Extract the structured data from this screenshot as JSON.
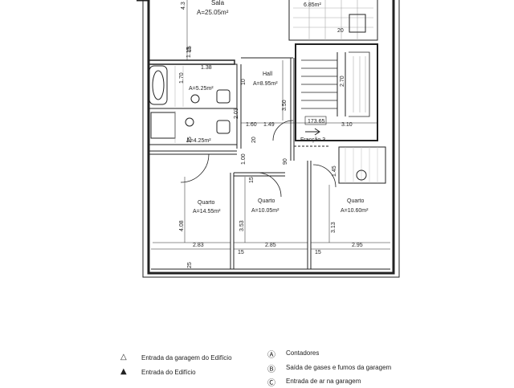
{
  "rooms": {
    "sala": {
      "name": "Sala",
      "area": "A=25.05m²"
    },
    "upper_right_area": "6.85m²",
    "hall": {
      "name": "Hall",
      "area": "A=8.95m²"
    },
    "wc1_area": "A=5.25m²",
    "wc2_area": "A=4.25m²",
    "quarto1": {
      "name": "Quarto",
      "area": "A=14.55m²"
    },
    "quarto2": {
      "name": "Quarto",
      "area": "A=10.05m²"
    },
    "quarto3": {
      "name": "Quarto",
      "area": "A=10.60m²"
    }
  },
  "stair": {
    "level": "173.65",
    "fraction_label": "Fracção 3"
  },
  "dimensions": {
    "d_sala_top": "4.3",
    "d_1_15": "1.15",
    "d_1_38": "1.38",
    "d_1_70": "1.70",
    "d_hall_10": "10",
    "d_3_50": "3.50",
    "d_2_03": "2.03",
    "d_1_60": "1.60",
    "d_1_49": "1.49",
    "d_3_10": "3.10",
    "d_2_70": "2.70",
    "d_15_wc": "15",
    "d_20": "20",
    "d_15_a": "15",
    "d_1_00": "1.00",
    "d_90": "90",
    "d_15_b": "15",
    "d_1_45": "1.45",
    "d_4_08": "4.08",
    "d_3_53": "3.53",
    "d_3_13": "3.13",
    "d_2_83": "2.83",
    "d_2_85": "2.85",
    "d_2_95": "2.95",
    "d_15_c": "15",
    "d_15_d": "15",
    "d_25": "25",
    "d_20_top": "20"
  },
  "legend": {
    "items": [
      {
        "symbol": "△",
        "label": "Entrada da garagem do Edifício"
      },
      {
        "symbol": "▲",
        "label": "Entrada do Edifício"
      },
      {
        "symbol": "Ⓐ",
        "label": "Contadores"
      },
      {
        "symbol": "Ⓑ",
        "label": "Saída de gases e fumos da garagem"
      },
      {
        "symbol": "Ⓒ",
        "label": "Entrada de ar na garagem"
      }
    ]
  },
  "icons": [
    "stair-arrow-icon",
    "circle-c-icon"
  ]
}
